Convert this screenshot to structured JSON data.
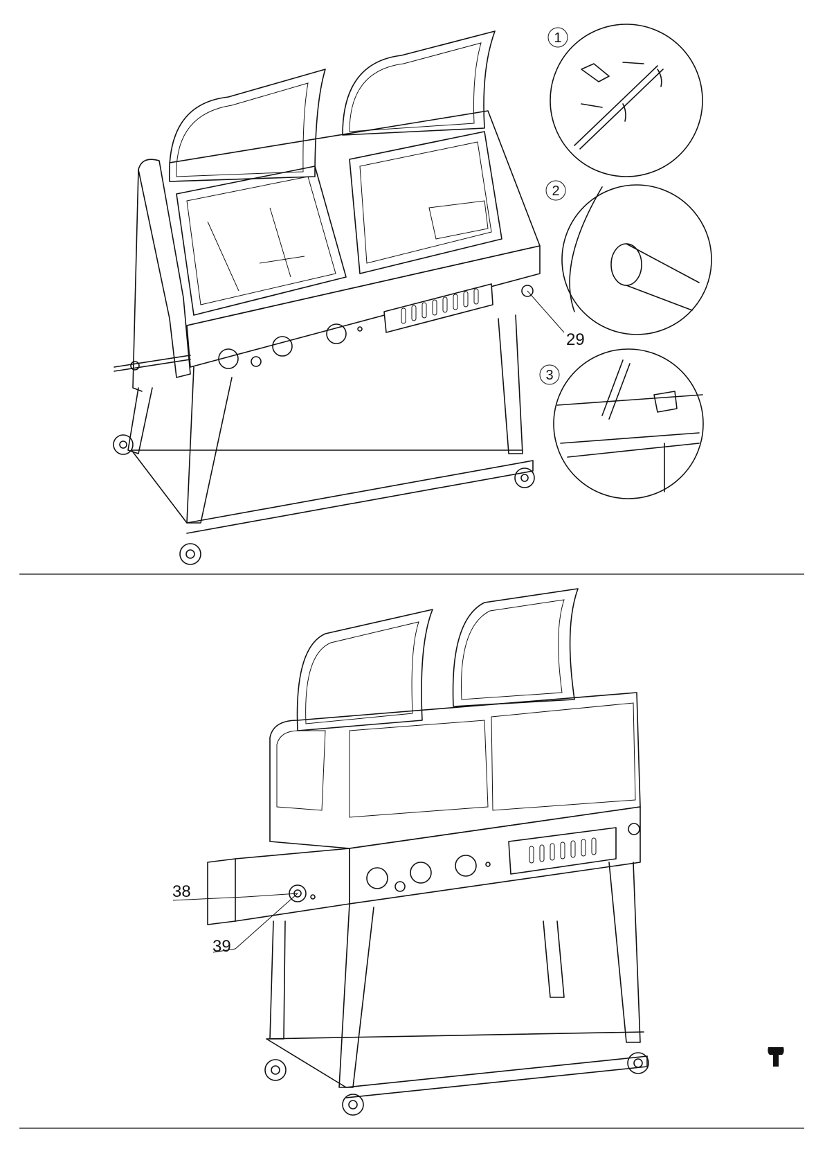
{
  "callouts": {
    "step1": "1",
    "step2": "2",
    "step3": "3",
    "part29": "29",
    "part38": "38",
    "part39": "39"
  },
  "icons": {
    "screw": "screw-icon"
  }
}
